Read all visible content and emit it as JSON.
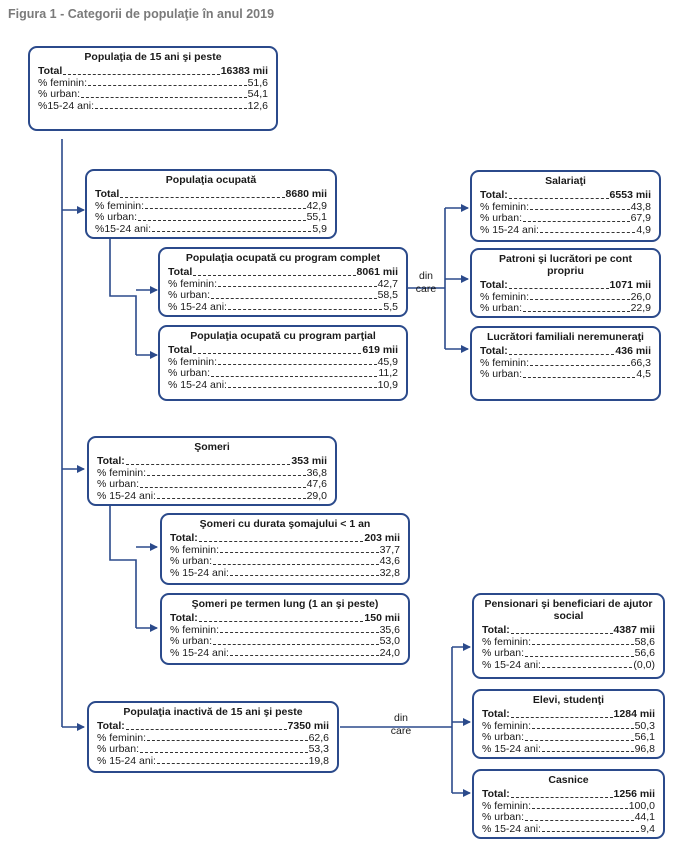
{
  "figure_title": "Figura 1 - Categorii de populaţie în anul 2019",
  "connector_text": {
    "din": "din",
    "care": "care"
  },
  "colors": {
    "border": "#2b4a8b",
    "line": "#2b4a8b",
    "title": "#7a7a7a"
  },
  "boxes": {
    "pop15": {
      "title": "Populaţia de 15 ani şi peste",
      "rows": [
        {
          "label": "Total",
          "value": "16383 mii"
        },
        {
          "label": "% feminin:",
          "value": "51,6"
        },
        {
          "label": "% urban:",
          "value": "54,1"
        },
        {
          "label": "%15-24 ani:",
          "value": "12,6"
        }
      ]
    },
    "ocupata": {
      "title": "Populaţia ocupată",
      "rows": [
        {
          "label": "Total",
          "value": "8680 mii"
        },
        {
          "label": "% feminin:",
          "value": "42,9"
        },
        {
          "label": "% urban:",
          "value": "55,1"
        },
        {
          "label": "%15-24 ani:",
          "value": "5,9"
        }
      ]
    },
    "complet": {
      "title": "Populaţia ocupată cu program complet",
      "rows": [
        {
          "label": "Total",
          "value": "8061 mii"
        },
        {
          "label": "% feminin:",
          "value": "42,7"
        },
        {
          "label": "% urban:",
          "value": "58,5"
        },
        {
          "label": "% 15-24 ani:",
          "value": "5,5"
        }
      ]
    },
    "partial": {
      "title": "Populaţia ocupată cu program parţial",
      "rows": [
        {
          "label": "Total",
          "value": "619 mii"
        },
        {
          "label": "% feminin:",
          "value": "45,9"
        },
        {
          "label": "% urban:",
          "value": "11,2"
        },
        {
          "label": "% 15-24 ani:",
          "value": "10,9"
        }
      ]
    },
    "salariati": {
      "title": "Salariaţi",
      "rows": [
        {
          "label": "Total:",
          "value": "6553 mii"
        },
        {
          "label": "% feminin:",
          "value": "43,8"
        },
        {
          "label": "% urban:",
          "value": "67,9"
        },
        {
          "label": "% 15-24 ani:",
          "value": "4,9"
        }
      ]
    },
    "patroni": {
      "title": "Patroni şi lucrători pe cont propriu",
      "rows": [
        {
          "label": "Total:",
          "value": "1071 mii"
        },
        {
          "label": "% feminin:",
          "value": "26,0"
        },
        {
          "label": "% urban:",
          "value": "22,9"
        }
      ]
    },
    "familiali": {
      "title": "Lucrători familiali neremuneraţi",
      "rows": [
        {
          "label": "Total:",
          "value": "436 mii"
        },
        {
          "label": "% feminin:",
          "value": "66,3"
        },
        {
          "label": "% urban:",
          "value": "4,5"
        }
      ]
    },
    "someri": {
      "title": "Şomeri",
      "rows": [
        {
          "label": "Total:",
          "value": "353 mii"
        },
        {
          "label": "% feminin:",
          "value": "36,8"
        },
        {
          "label": "% urban:",
          "value": "47,6"
        },
        {
          "label": "% 15-24 ani:",
          "value": "29,0"
        }
      ]
    },
    "someri_durata": {
      "title": "Şomeri cu durata şomajului < 1 an",
      "rows": [
        {
          "label": "Total:",
          "value": "203 mii"
        },
        {
          "label": "% feminin:",
          "value": "37,7"
        },
        {
          "label": "% urban:",
          "value": "43,6"
        },
        {
          "label": "% 15-24 ani:",
          "value": "32,8"
        }
      ]
    },
    "someri_lung": {
      "title": "Şomeri pe termen lung (1 an şi peste)",
      "rows": [
        {
          "label": "Total:",
          "value": "150 mii"
        },
        {
          "label": "% feminin:",
          "value": "35,6"
        },
        {
          "label": "% urban:",
          "value": "53,0"
        },
        {
          "label": "% 15-24 ani:",
          "value": "24,0"
        }
      ]
    },
    "inactiva": {
      "title": "Populaţia inactivă de 15 ani şi peste",
      "rows": [
        {
          "label": "Total:",
          "value": "7350 mii"
        },
        {
          "label": "% feminin:",
          "value": "62,6"
        },
        {
          "label": "% urban:",
          "value": "53,3"
        },
        {
          "label": "% 15-24 ani:",
          "value": "19,8"
        }
      ]
    },
    "pensionari": {
      "title": "Pensionari şi beneficiari de ajutor social",
      "rows": [
        {
          "label": "Total:",
          "value": "4387 mii"
        },
        {
          "label": "% feminin:",
          "value": "58,6"
        },
        {
          "label": "% urban:",
          "value": "56,6"
        },
        {
          "label": "% 15-24 ani:",
          "value": "(0,0)"
        }
      ]
    },
    "elevi": {
      "title": "Elevi, studenţi",
      "rows": [
        {
          "label": "Total:",
          "value": "1284 mii"
        },
        {
          "label": "% feminin:",
          "value": "50,3"
        },
        {
          "label": "% urban:",
          "value": "56,1"
        },
        {
          "label": "% 15-24 ani:",
          "value": "96,8"
        }
      ]
    },
    "casnice": {
      "title": "Casnice",
      "rows": [
        {
          "label": "Total:",
          "value": "1256 mii"
        },
        {
          "label": "% feminin:",
          "value": "100,0"
        },
        {
          "label": "% urban:",
          "value": "44,1"
        },
        {
          "label": "% 15-24 ani:",
          "value": "9,4"
        }
      ]
    }
  }
}
